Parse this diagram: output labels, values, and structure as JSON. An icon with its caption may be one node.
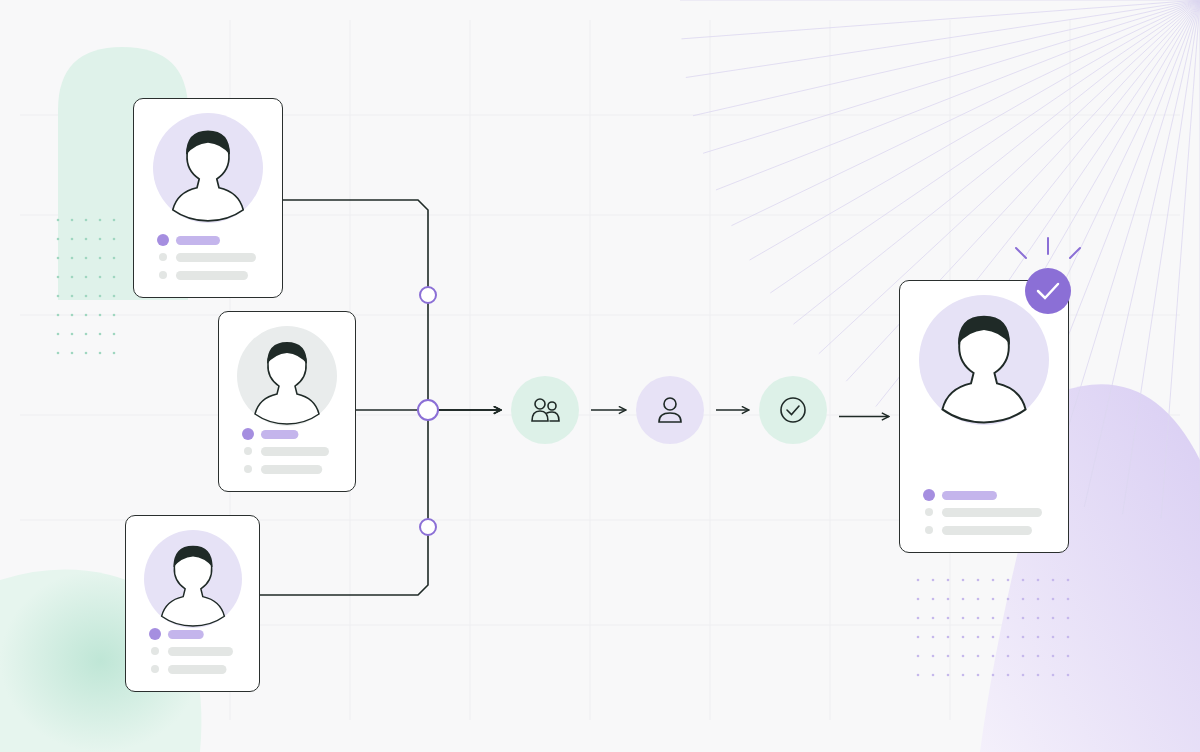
{
  "diagram": {
    "nodes": [
      {
        "text": [],
        "shape": "box"
      },
      {
        "text": [],
        "shape": "box"
      },
      {
        "text": [],
        "shape": "box"
      },
      {
        "text": [],
        "shape": "circle"
      },
      {
        "text": [],
        "shape": "circle"
      },
      {
        "text": [],
        "shape": "circle"
      },
      {
        "text": [],
        "shape": "box"
      }
    ],
    "edges": [
      {
        "from": 0,
        "to": 3,
        "arrow": "to"
      },
      {
        "from": 1,
        "to": 3,
        "arrow": "to"
      },
      {
        "from": 2,
        "to": 3,
        "arrow": "to"
      },
      {
        "from": 3,
        "to": 4,
        "arrow": "to"
      },
      {
        "from": 4,
        "to": 5,
        "arrow": "to"
      },
      {
        "from": 5,
        "to": 6,
        "arrow": "to"
      }
    ]
  }
}
